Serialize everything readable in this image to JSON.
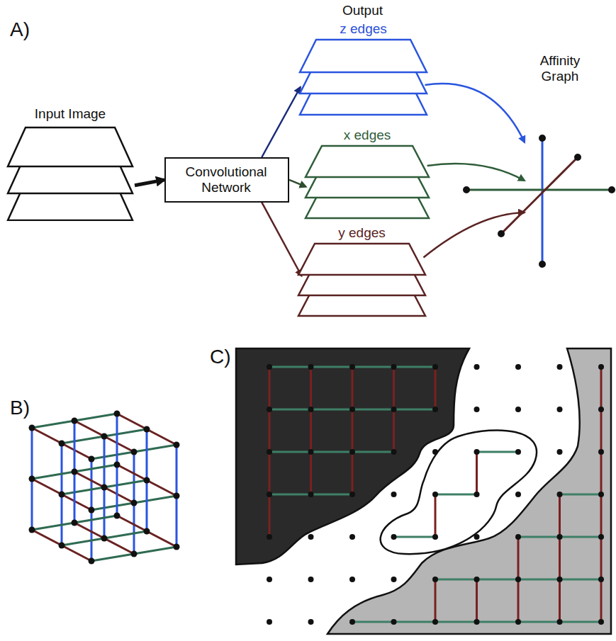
{
  "diagram": {
    "nodes": [
      {
        "text": [
          "Input Image"
        ]
      },
      {
        "text": [
          "Convolutional Network"
        ]
      },
      {
        "text": [
          "z edges"
        ]
      },
      {
        "text": [
          "x edges"
        ]
      },
      {
        "text": [
          "y edges"
        ]
      },
      {
        "text": [
          "Affinity Graph"
        ]
      }
    ],
    "edges": [
      {
        "from": 0,
        "to": 1,
        "arrow": "to"
      },
      {
        "from": 1,
        "to": 2,
        "arrow": "to"
      },
      {
        "from": 1,
        "to": 3,
        "arrow": "to"
      },
      {
        "from": 1,
        "to": 4,
        "arrow": "to"
      },
      {
        "from": 2,
        "to": 5,
        "arrow": "to"
      },
      {
        "from": 3,
        "to": 5,
        "arrow": "to"
      },
      {
        "from": 4,
        "to": 5,
        "arrow": "to"
      }
    ],
    "labels": [
      "A)",
      "B)",
      "C)",
      "Output"
    ]
  }
}
